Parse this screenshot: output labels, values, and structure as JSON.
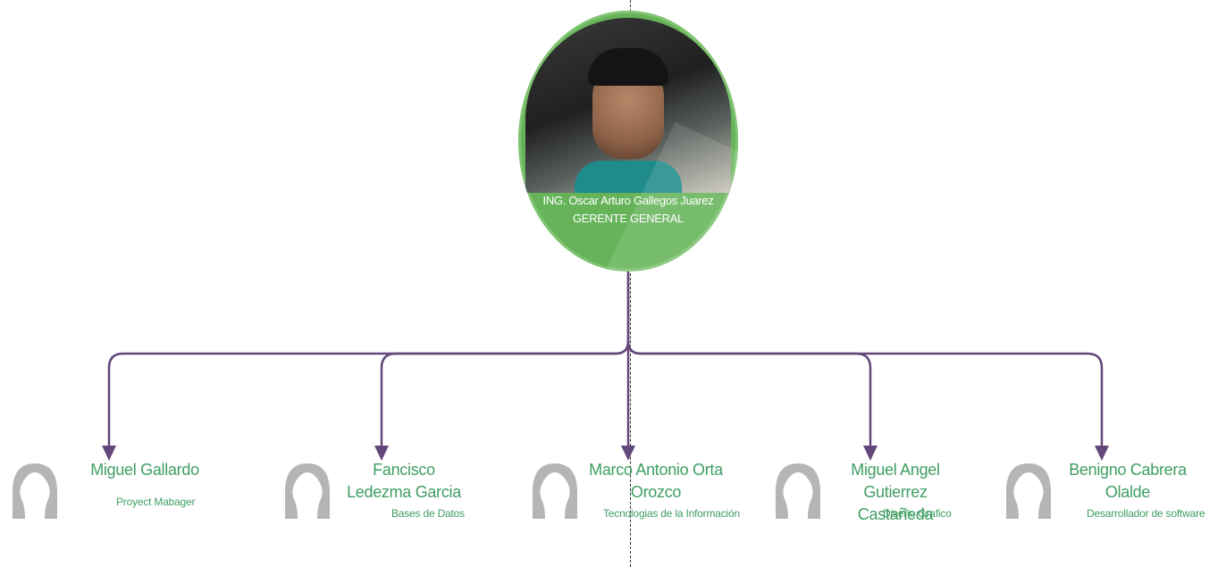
{
  "root": {
    "name": "ING. Oscar Arturo Gallegos Juarez",
    "title": "GERENTE GENERAL"
  },
  "children": [
    {
      "name": "Miguel Gallardo",
      "role": "Proyect Mabager"
    },
    {
      "name": "Fancisco Ledezma Garcia",
      "role": "Bases de Datos"
    },
    {
      "name": "Marco Antonio Orta Orozco",
      "role": "Tecnologias de la Información"
    },
    {
      "name": "Miguel Angel Gutierrez Castañeda",
      "role": "Diseño Grafico"
    },
    {
      "name": "Benigno Cabrera Olalde",
      "role": "Desarrollador de software"
    }
  ],
  "colors": {
    "connector": "#64477a",
    "node_green": "#66b35a",
    "text_green": "#3f9e63",
    "avatar_gray": "#b5b5b5"
  }
}
